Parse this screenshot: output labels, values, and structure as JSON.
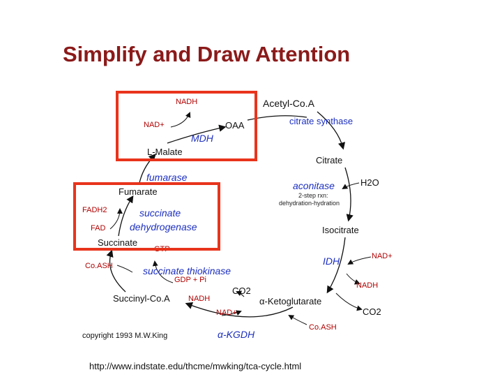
{
  "slide": {
    "title": "Simplify and Draw Attention",
    "url": "http://www.indstate.edu/thcme/mwking/tca-cycle.html",
    "copyright": "copyright 1993 M.W.King"
  },
  "colors": {
    "title": "#8b1a1a",
    "highlight_box": "#e8341c",
    "enzyme": "#1c2fbf",
    "cofactor": "#b00000"
  },
  "cycle": {
    "metabolites": {
      "acetyl_coa": "Acetyl-Co.A",
      "citrate": "Citrate",
      "isocitrate": "Isocitrate",
      "akg": "α-Ketoglutarate",
      "succinyl_coa": "Succinyl-Co.A",
      "succinate": "Succinate",
      "fumarate": "Fumarate",
      "malate": "L-Malate",
      "oaa": "OAA"
    },
    "enzymes": {
      "citrate_synthase": "citrate synthase",
      "aconitase": "aconitase",
      "aconitase_note1": "2-step rxn:",
      "aconitase_note2": "dehydration-hydration",
      "idh": "IDH",
      "akgdh": "α-KGDH",
      "succinate_thiokinase": "succinate thiokinase",
      "succinate_dehydrogenase_1": "succinate",
      "succinate_dehydrogenase_2": "dehydrogenase",
      "fumarase": "fumarase",
      "mdh": "MDH"
    },
    "cofactors": {
      "nadh_mdh": "NADH",
      "nad_mdh": "NAD+",
      "h2o": "H2O",
      "nad_idh": "NAD+",
      "nadh_idh": "NADH",
      "co2_idh": "CO2",
      "coash_akg": "Co.ASH",
      "nad_kgdh": "NAD+",
      "nadh_kgdh": "NADH",
      "co2_kgdh": "CO2",
      "gdp_pi": "GDP + Pi",
      "gtp": "GTP",
      "coash_sk": "Co.ASH",
      "fadh2": "FADH2",
      "fad": "FAD"
    }
  }
}
